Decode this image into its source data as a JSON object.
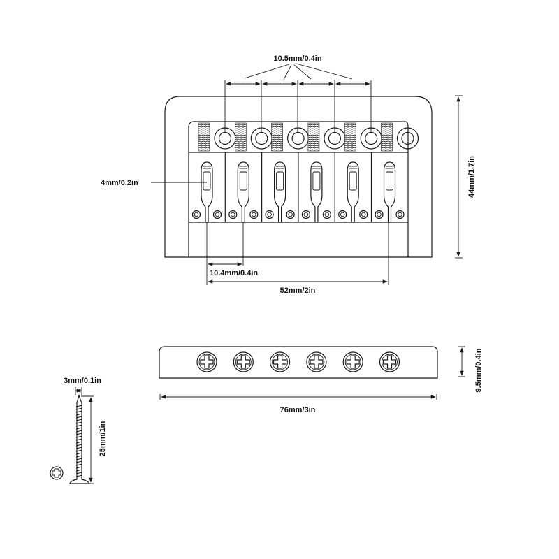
{
  "title": "Hardtail Guitar Bridge Dimensions",
  "colors": {
    "line": "#1a1a1a",
    "background": "#ffffff",
    "shade": "#d9d9d9"
  },
  "top_view": {
    "saddle_count": 6,
    "labels": {
      "saddle_spacing": "10.5mm/0.4in",
      "slot_width": "4mm/0.2in",
      "saddle_width": "10.4mm/0.4in",
      "string_span": "52mm/2in",
      "plate_length": "44mm/1.7in"
    }
  },
  "side_view": {
    "screw_count": 6,
    "labels": {
      "height": "9.5mm/0.4in",
      "width": "76mm/3in"
    }
  },
  "mounting_screw": {
    "labels": {
      "diameter": "3mm/0.1in",
      "length": "25mm/1in"
    },
    "head_icon": "phillips-head"
  }
}
